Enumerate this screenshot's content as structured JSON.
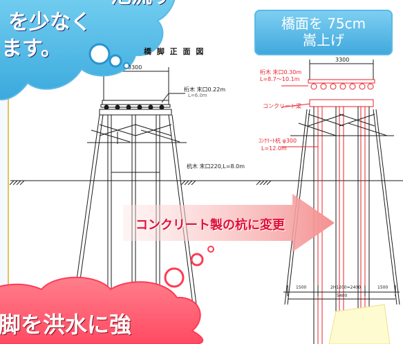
{
  "title": "橋 脚 正 面 図",
  "callout": {
    "line1": "橋面を 75cm",
    "line2": "嵩上げ"
  },
  "cloud_top": {
    "line1": "を少なく",
    "line2": "ます。",
    "partial": "氾流す"
  },
  "cloud_bottom": {
    "text": "脚を洪水に強"
  },
  "arrow_label": "コンクリート製の杭に変更",
  "left_view": {
    "width_dim": "3300",
    "beam_label": "桁木 末口0.22m",
    "beam_sub": "L=6.0m",
    "pile_label": "杭木 末口220,L=8.0m"
  },
  "right_view": {
    "width_dim": "3300",
    "beam_label": "桁木 末口0.30m",
    "beam_len": "L=8.7～10.1m",
    "cap_label": "コンクリート梁",
    "pile_label": "ｺﾝｸﾘｰﾄ杭 φ300",
    "pile_len": "L=12.0m",
    "dim_left": "1500",
    "dim_mid": "2H1200=2400",
    "dim_right": "1500",
    "dim_total": "5400"
  },
  "colors": {
    "drawing_line": "#1a1a1a",
    "red_line": "#e8202a",
    "callout_blue": "#3fa7dc",
    "cloud_blue": "#5fc3ee",
    "cloud_pink": "#ff5a6e",
    "arrow_pink": "#f7a1a1",
    "arrow_text": "#e0103a"
  }
}
